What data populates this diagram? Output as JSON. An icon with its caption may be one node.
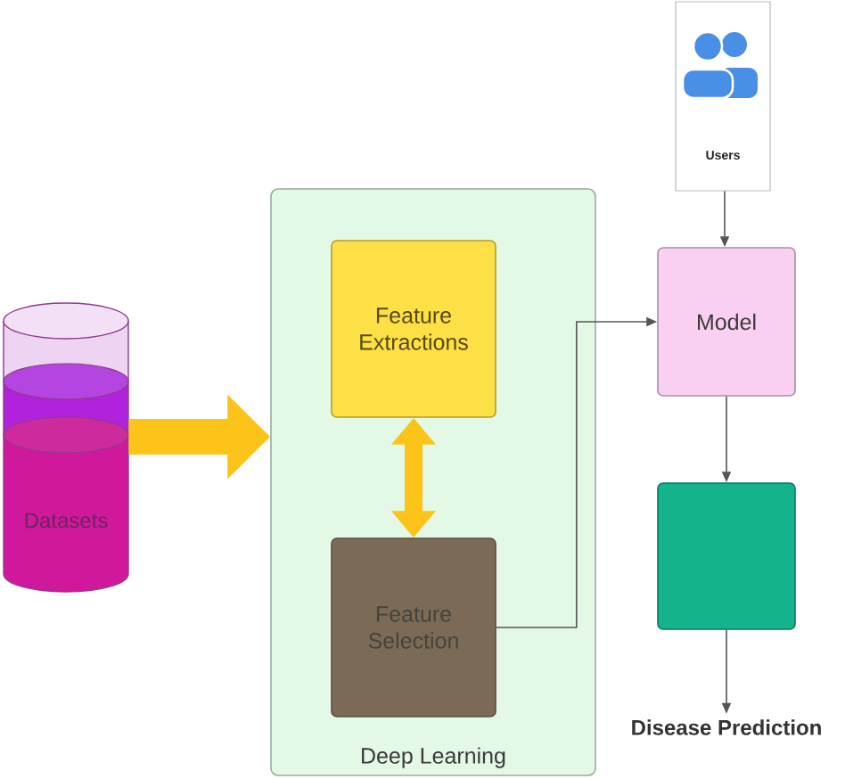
{
  "diagram": {
    "nodes": [
      {
        "text": [
          "Datasets"
        ]
      },
      {
        "text": [
          "Deep Learning"
        ]
      },
      {
        "text": [
          "Feature Extractions"
        ],
        "in": 1
      },
      {
        "text": [
          "Feature Selection"
        ],
        "in": 1
      },
      {
        "text": [
          "Users"
        ]
      },
      {
        "text": [
          "Model"
        ]
      },
      {
        "text": [],
        "shape": "box"
      },
      {
        "text": [
          "Disease Prediction"
        ]
      }
    ],
    "edges": [
      {
        "from": 0,
        "to": 1,
        "arrow": "to",
        "style": "thick",
        "color": "#fcc419"
      },
      {
        "from": 2,
        "to": 3,
        "arrow": "both",
        "style": "thick",
        "color": "#fcc419"
      },
      {
        "from": 3,
        "to": 5,
        "arrow": "to"
      },
      {
        "from": 4,
        "to": 5,
        "arrow": "to"
      },
      {
        "from": 5,
        "to": 6,
        "arrow": "to"
      },
      {
        "from": 6,
        "to": 7,
        "arrow": "to"
      }
    ]
  }
}
